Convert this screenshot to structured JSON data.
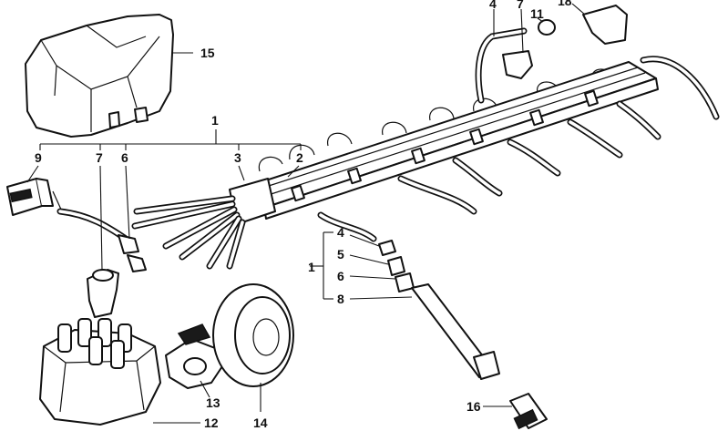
{
  "callouts": {
    "n1_top": "1",
    "n1_left": "1",
    "n2": "2",
    "n3": "3",
    "n4_top": "4",
    "n4_mid": "4",
    "n5": "5",
    "n6_left": "6",
    "n6_mid": "6",
    "n7_top": "7",
    "n7_left": "7",
    "n8": "8",
    "n9": "9",
    "n11": "11",
    "n12": "12",
    "n13": "13",
    "n14": "14",
    "n15": "15",
    "n16": "16",
    "n18": "18"
  }
}
